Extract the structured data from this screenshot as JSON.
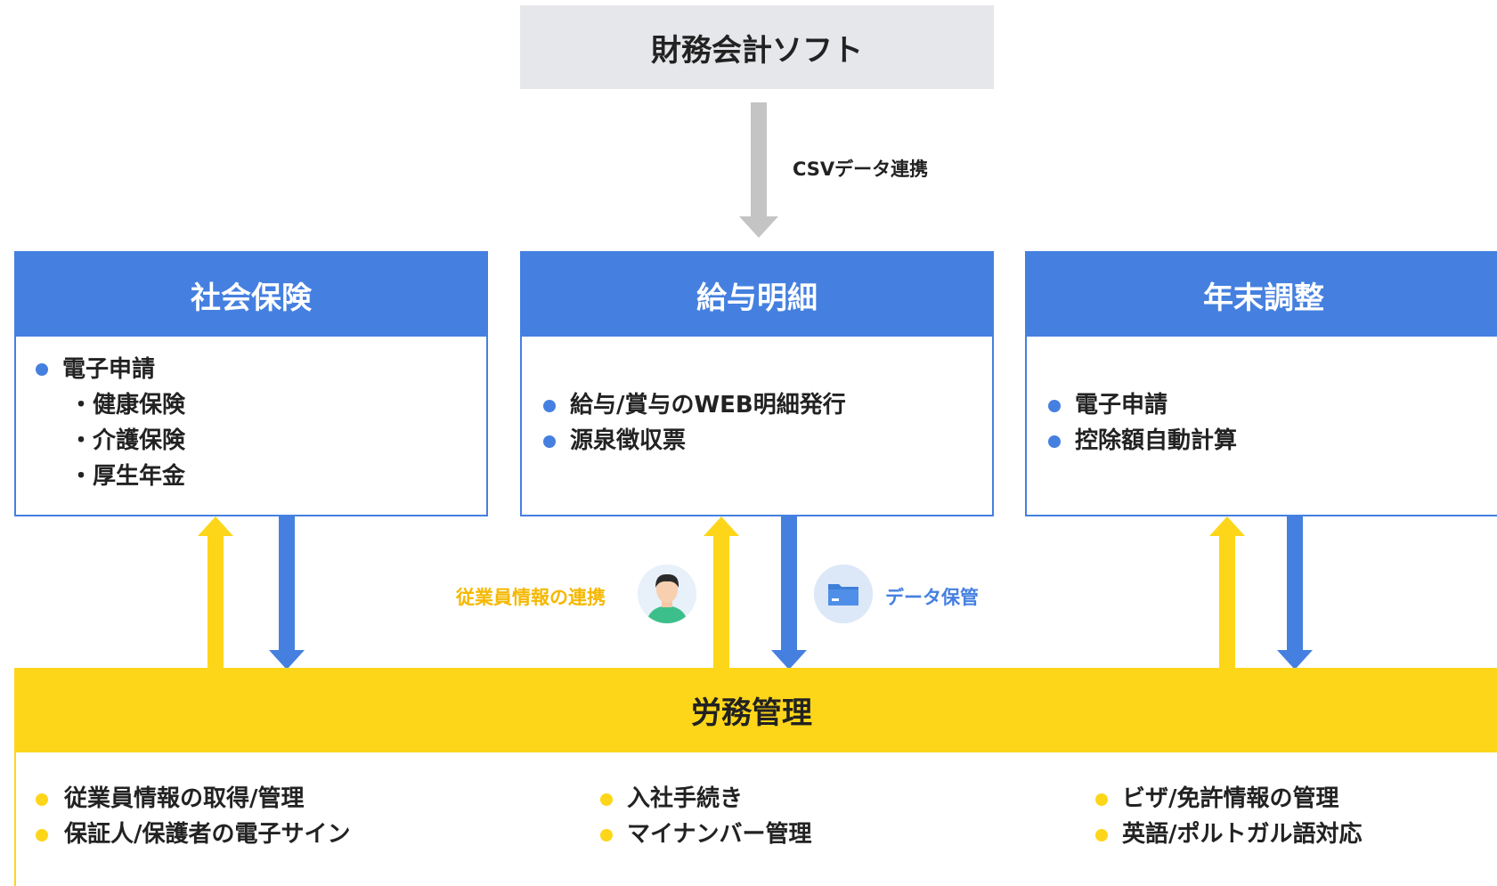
{
  "top": {
    "title": "財務会計ソフト",
    "csv_label": "CSVデータ連携"
  },
  "cards": [
    {
      "title": "社会保険",
      "items": [
        "電子申請",
        "・健康保険",
        "・介護保険",
        "・厚生年金"
      ]
    },
    {
      "title": "給与明細",
      "items": [
        "給与/賞与のWEB明細発行",
        "源泉徴収票"
      ]
    },
    {
      "title": "年末調整",
      "items": [
        "電子申請",
        "控除額自動計算"
      ]
    }
  ],
  "links": {
    "employee_link": "従業員情報の連携",
    "data_storage": "データ保管"
  },
  "bottom": {
    "title": "労務管理",
    "col1": [
      "従業員情報の取得/管理",
      "保証人/保護者の電子サイン"
    ],
    "col2": [
      "入社手続き",
      "マイナンバー管理"
    ],
    "col3": [
      "ビザ/免許情報の管理",
      "英語/ポルトガル語対応"
    ]
  },
  "colors": {
    "blue": "#4580e0",
    "yellow": "#fdd61a",
    "gray_box": "#e6e7ea",
    "gray_arrow": "#c4c4c4"
  },
  "icons": {
    "employee": "person-avatar-icon",
    "storage": "folder-icon"
  }
}
